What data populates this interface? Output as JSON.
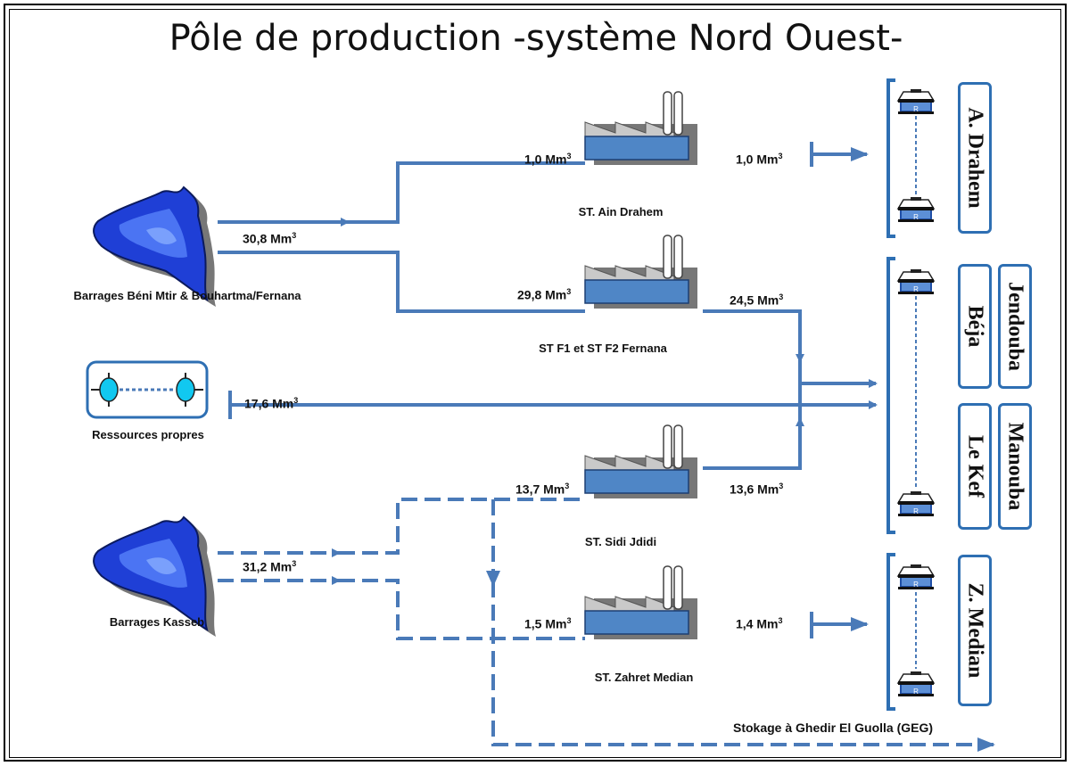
{
  "title": "Pôle de production -système Nord Ouest-",
  "sources": {
    "beni_mtir": "Barrages Béni Mtir & Bouhartma/Fernana",
    "propres": "Ressources propres",
    "kasseb": "Barrages Kasseb"
  },
  "stations": {
    "ain_drahem": "ST. Ain Drahem",
    "fernana": "ST F1 et ST F2 Fernana",
    "sidi_jdidi": "ST. Sidi Jdidi",
    "zahret_median": "ST. Zahret Median"
  },
  "volumes": {
    "beni_mtir_out": "30,8",
    "ain_drahem_in": "1,0",
    "ain_drahem_out": "1,0",
    "fernana_in": "29,8",
    "fernana_out": "24,5",
    "propres": "17,6",
    "sidi_jdidi_in": "13,7",
    "sidi_jdidi_out": "13,6",
    "kasseb_out": "31,2",
    "zahret_in": "1,5",
    "zahret_out": "1,4"
  },
  "unit": "Mm",
  "unit_exp": "3",
  "reservoir_letter": "R",
  "regions": {
    "a_drahem": "A. Drahem",
    "beja": "Béja",
    "jendouba": "Jendouba",
    "le_kef": "Le Kef",
    "manouba": "Manouba",
    "z_median": "Z. Median"
  },
  "storage": "Stokage à Ghedir El Guolla (GEG)",
  "colors": {
    "pipe": "#4a7ab8",
    "factory": "#4f86c6",
    "water": "#1f3fd6",
    "bracket": "#2e6fb3"
  }
}
